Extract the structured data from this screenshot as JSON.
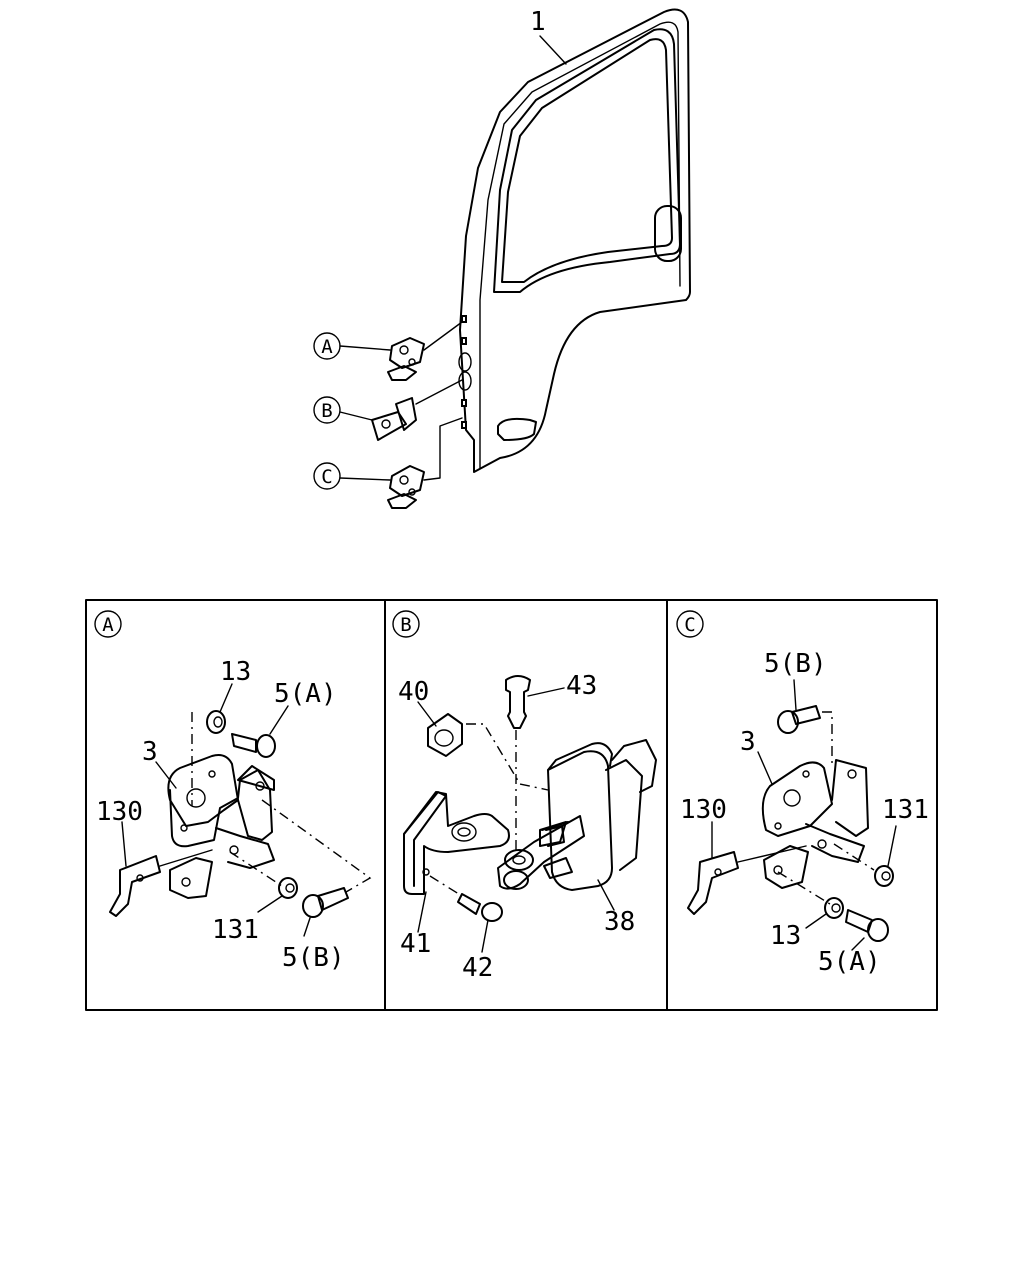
{
  "door": {
    "part_number": "1"
  },
  "callouts": {
    "a": "A",
    "b": "B",
    "c": "C"
  },
  "detail_a": {
    "marker": "A",
    "labels": {
      "p13": "13",
      "p5a": "5(A)",
      "p3": "3",
      "p130": "130",
      "p131": "131",
      "p5b": "5(B)"
    }
  },
  "detail_b": {
    "marker": "B",
    "labels": {
      "p40": "40",
      "p43": "43",
      "p41": "41",
      "p42": "42",
      "p38": "38"
    }
  },
  "detail_c": {
    "marker": "C",
    "labels": {
      "p5b": "5(B)",
      "p3": "3",
      "p130": "130",
      "p131": "131",
      "p13": "13",
      "p5a": "5(A)"
    }
  }
}
